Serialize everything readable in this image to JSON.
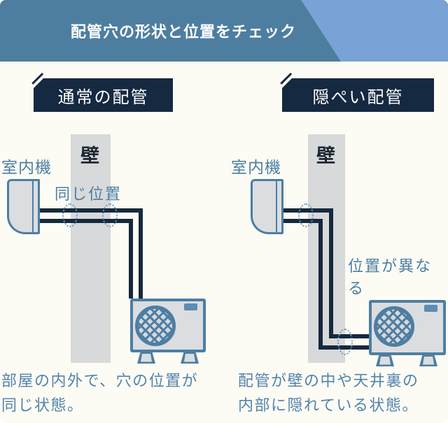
{
  "header": {
    "title": "配管穴の形状と位置をチェック"
  },
  "sections": {
    "left": {
      "label": "通常の配管",
      "wall_label": "壁",
      "indoor_unit_label": "室内機",
      "annotation": "同じ位置",
      "description_line1": "部屋の内外で、穴の位置が",
      "description_line2": "同じ状態。"
    },
    "right": {
      "label": "隠ぺい配管",
      "wall_label": "壁",
      "indoor_unit_label": "室内機",
      "annotation": "位置が異なる",
      "description_line1": "配管が壁の中や天井裏の",
      "description_line2": "内部に隠れている状態。"
    }
  },
  "icons": {
    "fan": "outdoor-unit-fan-grille",
    "vent": "outdoor-unit-vent-slot",
    "hole_marker": "dashed-ellipse-pipe-hole"
  },
  "colors": {
    "banner_steel_blue": "#4d7ea0",
    "banner_light_blue": "#79a3d6",
    "label_navy": "#152940",
    "pipe_navy": "#16293c",
    "outline_blue": "#4d7ea3",
    "wall_gray": "#d8d9da",
    "unit_gray": "#dbdde0",
    "text_blue": "#5383ac",
    "dashed_marker_blue": "#6e9cc5",
    "background": "#fcfcf4"
  }
}
